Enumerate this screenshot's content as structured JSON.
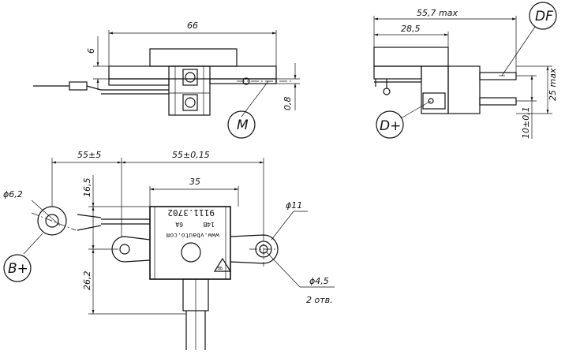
{
  "dimensions": {
    "d66": "66",
    "d6": "6",
    "d0_8": "0,8",
    "d55_7": "55,7 max",
    "d28_5": "28,5",
    "d25": "25 max",
    "d10": "10±0,1",
    "d55_5": "55±5",
    "d55_015": "55±0,15",
    "d35": "35",
    "d16_5": "16,5",
    "d26_2": "26,2",
    "phi6_2": "ϕ6,2",
    "phi11": "ϕ11",
    "phi4_5": "ϕ4,5",
    "holes": "2 отв."
  },
  "callouts": {
    "m": "M",
    "df": "DF",
    "dplus": "D+",
    "bplus": "B+"
  },
  "part_marking": {
    "part_number": "9111.3702",
    "voltage": "14B",
    "current": "6A",
    "website": "www.vbauto.com",
    "brand_mark": "ВБ"
  }
}
